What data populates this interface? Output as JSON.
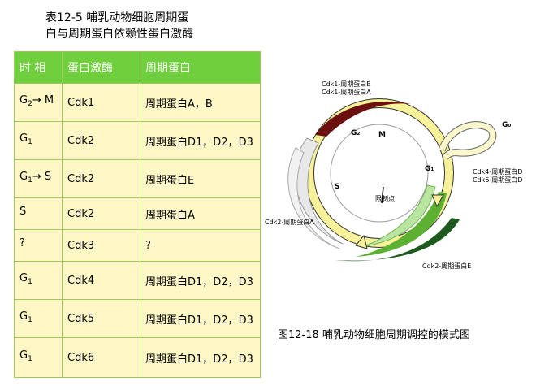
{
  "table": {
    "title_line1": "表12-5 哺乳动物细胞周期蛋",
    "title_line2": "白与周期蛋白依赖性蛋白激酶",
    "headers": [
      "时 相",
      "蛋白激酶",
      "周期蛋白"
    ],
    "rows": [
      {
        "phase_main": "G",
        "phase_sub": "2",
        "phase_suffix": "→ M",
        "kinase": "Cdk1",
        "cyclin": "周期蛋白A，B"
      },
      {
        "phase_main": "G",
        "phase_sub": "1",
        "phase_suffix": "",
        "kinase": "Cdk2",
        "cyclin": "周期蛋白D1，D2，D3"
      },
      {
        "phase_main": "G",
        "phase_sub": "1",
        "phase_suffix": "→ S",
        "kinase": "Cdk2",
        "cyclin": "周期蛋白E"
      },
      {
        "phase_main": "S",
        "phase_sub": "",
        "phase_suffix": "",
        "kinase": "Cdk2",
        "cyclin": "周期蛋白A"
      },
      {
        "phase_main": "?",
        "phase_sub": "",
        "phase_suffix": "",
        "kinase": "Cdk3",
        "cyclin": "?"
      },
      {
        "phase_main": "G",
        "phase_sub": "1",
        "phase_suffix": "",
        "kinase": "Cdk4",
        "cyclin": "周期蛋白D1，D2，D3"
      },
      {
        "phase_main": "G",
        "phase_sub": "1",
        "phase_suffix": "",
        "kinase": "Cdk5",
        "cyclin": "周期蛋白D1，D2，D3"
      },
      {
        "phase_main": "G",
        "phase_sub": "1",
        "phase_suffix": "",
        "kinase": "Cdk6",
        "cyclin": "周期蛋白D1，D2，D3"
      }
    ]
  },
  "figure": {
    "labels": {
      "cdk1_line1": "Cdk1-周期蛋白B",
      "cdk1_line2": "Cdk1-周期蛋白A",
      "g2": "G₂",
      "m": "M",
      "g0": "G₀",
      "g1": "G₁",
      "s": "S",
      "restriction": "限制点",
      "cdk46_line1": "Cdk4-周期蛋白D",
      "cdk46_line2": "Cdk6-周期蛋白D",
      "cdk2a": "Cdk2-周期蛋白A",
      "cdk2e": "Cdk2-周期蛋白E"
    },
    "caption": "图12-18 哺乳动物细胞周期调控的模式图"
  },
  "colors": {
    "header_green": "#6fcf3c",
    "cell_yellow": "#fff8c6",
    "ring_yellow": "#f7f29a",
    "cdk1_red": "#6b0f0f",
    "dark_green": "#1e5a1e",
    "light_green": "#8fd06a"
  }
}
